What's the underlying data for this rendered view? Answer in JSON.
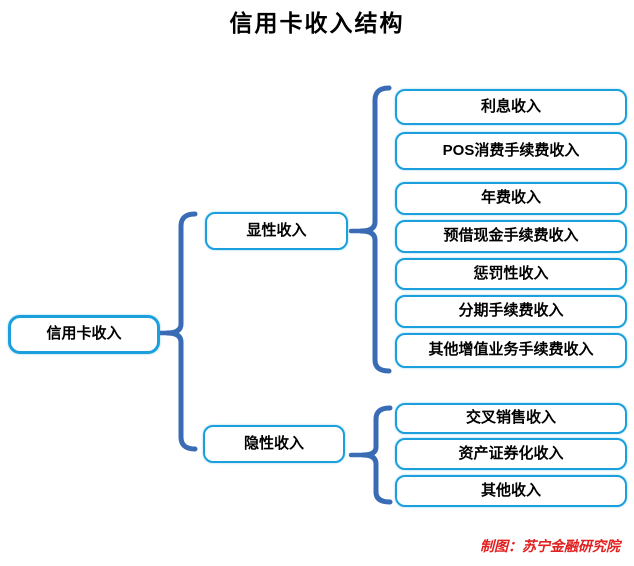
{
  "title": "信用卡收入结构",
  "credit": "制图：苏宁金融研究院",
  "colors": {
    "node_border": "#1b9fdd",
    "brace": "#3a6cb5",
    "title_text": "#000000",
    "credit_text": "#e22020",
    "node_text": "#000000",
    "background": "#ffffff"
  },
  "tree": {
    "root": {
      "label": "信用卡收入"
    },
    "branches": [
      {
        "label": "显性收入",
        "children": [
          "利息收入",
          "POS消费手续费收入",
          "年费收入",
          "预借现金手续费收入",
          "惩罚性收入",
          "分期手续费收入",
          "其他增值业务手续费收入"
        ]
      },
      {
        "label": "隐性收入",
        "children": [
          "交叉销售收入",
          "资产证券化收入",
          "其他收入"
        ]
      }
    ]
  }
}
